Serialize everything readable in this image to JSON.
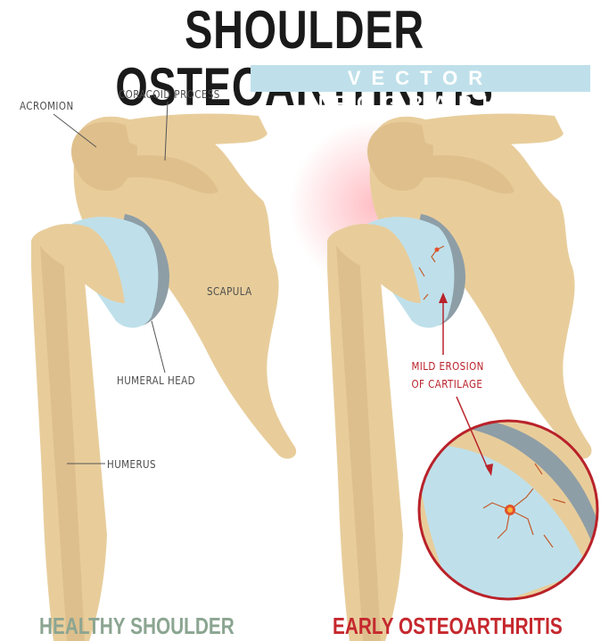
{
  "header": {
    "title": "SHOULDER OSTEOARTHRITIS",
    "subtitle": "VECTOR INFOGRAPHIC"
  },
  "labels": {
    "acromion": "ACROMION",
    "coracoid": "CORACOID PROCESS",
    "scapula": "SCAPULA",
    "humeral_head": "HUMERAL HEAD",
    "humerus": "HUMERUS",
    "erosion_line1": "MILD EROSION",
    "erosion_line2": "OF CARTILAGE"
  },
  "captions": {
    "healthy": "HEALTHY SHOULDER",
    "early": "EARLY OSTEOARTHRITIS"
  },
  "colors": {
    "bone": "#e8cd9b",
    "bone_shade": "#d9b987",
    "cartilage": "#bfe0ea",
    "cartilage_rim": "#8e9ea6",
    "accent_red": "#c5282e",
    "healthy_green": "#8ba591"
  }
}
